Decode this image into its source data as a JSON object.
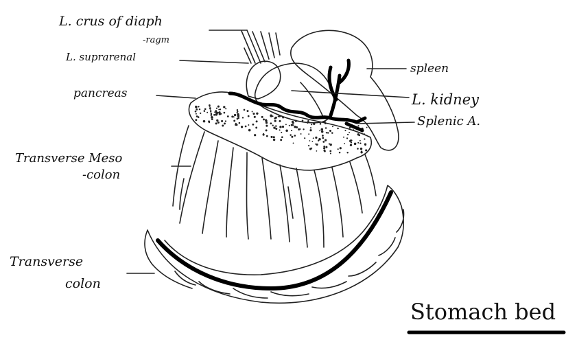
{
  "diagram": {
    "caption": "Stomach bed",
    "labels": {
      "crus_line1": "L. crus of diaph",
      "crus_line2": "-ragm",
      "suprarenal": "L. suprarenal",
      "pancreas": "pancreas",
      "spleen": "spleen",
      "kidney": "L. kidney",
      "splenic_artery": "Splenic A.",
      "mesocolon_line1": "Transverse Meso",
      "mesocolon_line2": "-colon",
      "colon_line1": "Transverse",
      "colon_line2": "colon"
    },
    "colors": {
      "ink": "#111111",
      "paper": "#ffffff"
    }
  }
}
